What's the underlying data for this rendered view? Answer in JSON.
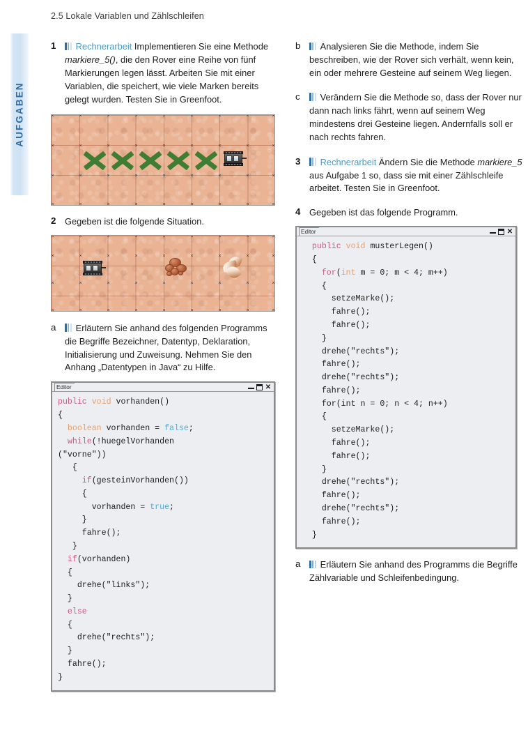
{
  "page": {
    "heading": "2.5 Lokale Variablen und Zählschleifen",
    "sidebar_tab": "AUFGABEN"
  },
  "colors": {
    "accent_blue": "#2f6ca5",
    "keyword_label": "#4a9ac4",
    "bar_dark": "#2e6fa8",
    "bar_mid": "#8fb8d8",
    "bar_light": "#cfe0ee",
    "terrain": "#e9b394",
    "xmark_green": "#3f7d33",
    "code_keyword": "#cc5a86",
    "code_type": "#e8a06a",
    "code_literal": "#49b0d6"
  },
  "left_column": {
    "ex1": {
      "number": "1",
      "tag": "Rechnerarbeit",
      "text_before_italic": " Implementieren Sie eine Methode ",
      "italic": "markiere_5()",
      "text_after_italic": ", die den Rover eine Reihe von fünf Markierungen legen lässt. Arbeiten Sie mit einer Variablen, die speichert, wie viele Marken bereits gelegt wurden. Testen Sie in Greenfoot.",
      "difficulty_bars": 2
    },
    "scene1": {
      "alt": "Greenfoot Szene mit fünf grünen Markierungen und Rover",
      "marks": 5,
      "rover": "rover-sprite"
    },
    "ex2": {
      "number": "2",
      "text": "Gegeben ist die folgende Situation.",
      "difficulty_bars": 0
    },
    "scene2": {
      "alt": "Greenfoot Szene mit Rover, Gesteinshaufen und Hügel",
      "objects": [
        "rover-sprite",
        "rock-pile-sprite",
        "hill-sprite"
      ]
    },
    "ex2a": {
      "number": "a",
      "text": "Erläutern Sie anhand des folgenden Programms die Begriffe Bezeichner, Datentyp, Deklaration, Initialisierung und Zuweisung. Nehmen Sie den Anhang „Datentypen in Java“ zu Hilfe.",
      "difficulty_bars": 2
    },
    "editor": {
      "title": "Editor",
      "buttons": {
        "minimize": "–",
        "maximize": "□",
        "close": "✕"
      },
      "code_lines": [
        [
          {
            "t": "public",
            "c": "key"
          },
          {
            "t": " ",
            "c": ""
          },
          {
            "t": "void",
            "c": "type"
          },
          {
            "t": " vorhanden()",
            "c": ""
          }
        ],
        [
          {
            "t": "{",
            "c": ""
          }
        ],
        [
          {
            "t": "  ",
            "c": ""
          },
          {
            "t": "boolean",
            "c": "type"
          },
          {
            "t": " vorhanden = ",
            "c": ""
          },
          {
            "t": "false",
            "c": "lit"
          },
          {
            "t": ";",
            "c": ""
          }
        ],
        [
          {
            "t": "  ",
            "c": ""
          },
          {
            "t": "while",
            "c": "key"
          },
          {
            "t": "(!huegelVorhanden",
            "c": ""
          }
        ],
        [
          {
            "t": "(\"vorne\"))",
            "c": ""
          }
        ],
        [
          {
            "t": "   {",
            "c": ""
          }
        ],
        [
          {
            "t": "     ",
            "c": ""
          },
          {
            "t": "if",
            "c": "key"
          },
          {
            "t": "(gesteinVorhanden())",
            "c": ""
          }
        ],
        [
          {
            "t": "     {",
            "c": ""
          }
        ],
        [
          {
            "t": "       vorhanden = ",
            "c": ""
          },
          {
            "t": "true",
            "c": "lit"
          },
          {
            "t": ";",
            "c": ""
          }
        ],
        [
          {
            "t": "     }",
            "c": ""
          }
        ],
        [
          {
            "t": "     fahre();",
            "c": ""
          }
        ],
        [
          {
            "t": "   }",
            "c": ""
          }
        ],
        [
          {
            "t": "  ",
            "c": ""
          },
          {
            "t": "if",
            "c": "key"
          },
          {
            "t": "(vorhanden)",
            "c": ""
          }
        ],
        [
          {
            "t": "  {",
            "c": ""
          }
        ],
        [
          {
            "t": "    drehe(\"links\");",
            "c": ""
          }
        ],
        [
          {
            "t": "  }",
            "c": ""
          }
        ],
        [
          {
            "t": "  ",
            "c": ""
          },
          {
            "t": "else",
            "c": "key"
          }
        ],
        [
          {
            "t": "  {",
            "c": ""
          }
        ],
        [
          {
            "t": "    drehe(\"rechts\");",
            "c": ""
          }
        ],
        [
          {
            "t": "  }",
            "c": ""
          }
        ],
        [
          {
            "t": "  fahre();",
            "c": ""
          }
        ],
        [
          {
            "t": "}",
            "c": ""
          }
        ]
      ]
    }
  },
  "right_column": {
    "ex_b": {
      "number": "b",
      "text": "Analysieren Sie die Methode, indem Sie beschreiben, wie der Rover sich verhält, wenn kein, ein oder mehrere Gesteine auf seinem Weg liegen.",
      "difficulty_bars": 2
    },
    "ex_c": {
      "number": "c",
      "text": "Verändern Sie die Methode so, dass der Rover nur dann nach links fährt, wenn auf seinem Weg mindestens drei Gesteine liegen. Andernfalls soll er nach rechts fahren.",
      "difficulty_bars": 2
    },
    "ex3": {
      "number": "3",
      "tag": "Rechnerarbeit",
      "text_before_italic": " Ändern Sie die Methode ",
      "italic": "markiere_5",
      "text_after_italic": " aus Aufgabe 1 so, dass sie mit einer Zählschleife arbeitet. Testen Sie in Greenfoot.",
      "difficulty_bars": 2
    },
    "ex4": {
      "number": "4",
      "text": "Gegeben ist das folgende Programm.",
      "difficulty_bars": 0
    },
    "editor": {
      "title": "Editor",
      "buttons": {
        "minimize": "–",
        "maximize": "□",
        "close": "✕"
      },
      "code_lines": [
        [
          {
            "t": "  ",
            "c": ""
          },
          {
            "t": "public",
            "c": "key"
          },
          {
            "t": " ",
            "c": ""
          },
          {
            "t": "void",
            "c": "type"
          },
          {
            "t": " musterLegen()",
            "c": ""
          }
        ],
        [
          {
            "t": "  {",
            "c": ""
          }
        ],
        [
          {
            "t": "    ",
            "c": ""
          },
          {
            "t": "for",
            "c": "key"
          },
          {
            "t": "(",
            "c": ""
          },
          {
            "t": "int",
            "c": "type"
          },
          {
            "t": " m = 0; m < 4; m++)",
            "c": ""
          }
        ],
        [
          {
            "t": "    {",
            "c": ""
          }
        ],
        [
          {
            "t": "      setzeMarke();",
            "c": ""
          }
        ],
        [
          {
            "t": "      fahre();",
            "c": ""
          }
        ],
        [
          {
            "t": "      fahre();",
            "c": ""
          }
        ],
        [
          {
            "t": "    }",
            "c": ""
          }
        ],
        [
          {
            "t": "    drehe(\"rechts\");",
            "c": ""
          }
        ],
        [
          {
            "t": "    fahre();",
            "c": ""
          }
        ],
        [
          {
            "t": "    drehe(\"rechts\");",
            "c": ""
          }
        ],
        [
          {
            "t": "    fahre();",
            "c": ""
          }
        ],
        [
          {
            "t": "    for(int n = 0; n < 4; n++)",
            "c": ""
          }
        ],
        [
          {
            "t": "    {",
            "c": ""
          }
        ],
        [
          {
            "t": "      setzeMarke();",
            "c": ""
          }
        ],
        [
          {
            "t": "      fahre();",
            "c": ""
          }
        ],
        [
          {
            "t": "      fahre();",
            "c": ""
          }
        ],
        [
          {
            "t": "    }",
            "c": ""
          }
        ],
        [
          {
            "t": "    drehe(\"rechts\");",
            "c": ""
          }
        ],
        [
          {
            "t": "    fahre();",
            "c": ""
          }
        ],
        [
          {
            "t": "    drehe(\"rechts\");",
            "c": ""
          }
        ],
        [
          {
            "t": "    fahre();",
            "c": ""
          }
        ],
        [
          {
            "t": "  }",
            "c": ""
          }
        ]
      ]
    },
    "ex4a": {
      "number": "a",
      "text": "Erläutern Sie anhand des Programms die Begriffe Zählvariable und Schleifenbedingung.",
      "difficulty_bars": 3
    }
  }
}
